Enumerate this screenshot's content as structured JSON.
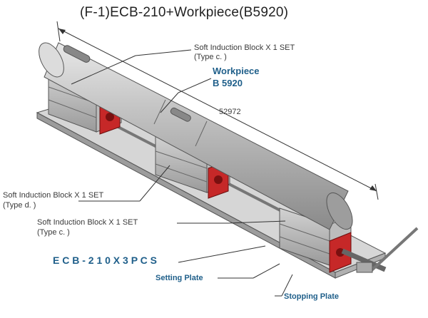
{
  "title": "(F-1)ECB-210+Workpiece(B5920)",
  "labels": {
    "soft_top_line1": "Soft Induction Block  X  1 SET",
    "soft_top_line2": "(Type c. )",
    "workpiece_line1": "Workpiece",
    "workpiece_line2": "B 5920",
    "dimension": "52972",
    "soft_left_line1": "Soft Induction Block  X  1 SET",
    "soft_left_line2": "(Type d. )",
    "soft_mid_line1": "Soft Induction Block  X  1 SET",
    "soft_mid_line2": "(Type c. )",
    "ecb": "E C B - 2 1 0   X 3 P C S",
    "setting_plate": "Setting Plate",
    "stopping_plate": "Stopping Plate"
  },
  "colors": {
    "label_blue": "#1f5f8a",
    "block_red": "#c62828",
    "metal_gray": "#a9a9a9",
    "leader_line": "#333333"
  }
}
